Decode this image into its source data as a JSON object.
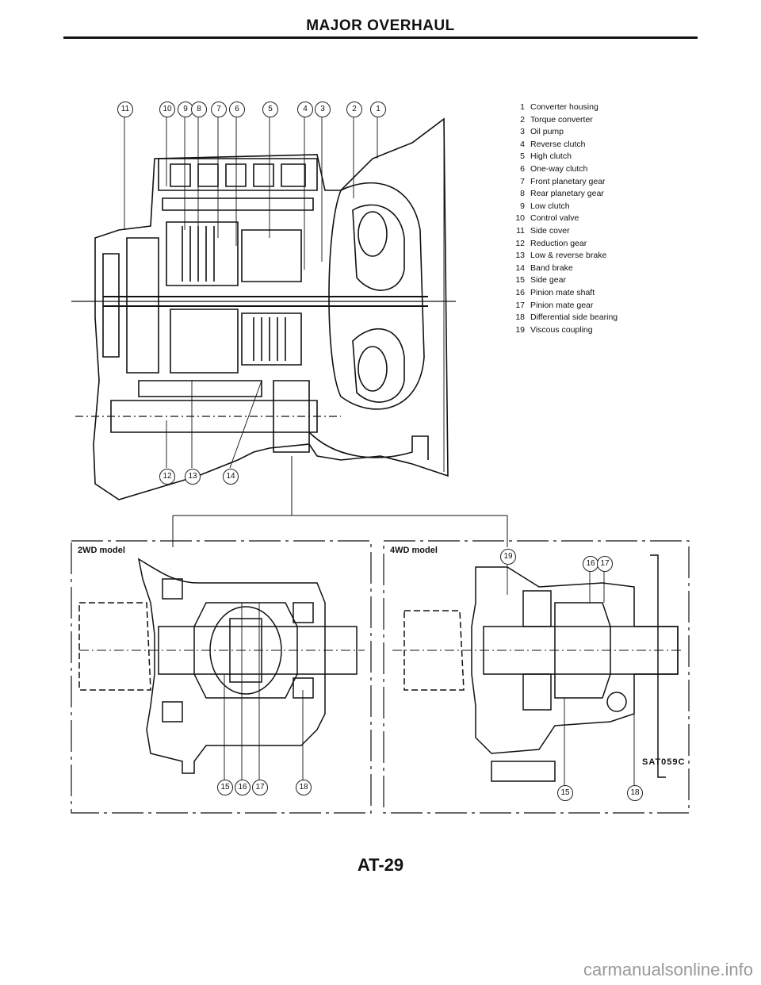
{
  "header": {
    "title": "MAJOR OVERHAUL"
  },
  "legend": [
    {
      "num": "1",
      "label": "Converter housing"
    },
    {
      "num": "2",
      "label": "Torque converter"
    },
    {
      "num": "3",
      "label": "Oil pump"
    },
    {
      "num": "4",
      "label": "Reverse clutch"
    },
    {
      "num": "5",
      "label": "High clutch"
    },
    {
      "num": "6",
      "label": "One-way clutch"
    },
    {
      "num": "7",
      "label": "Front planetary gear"
    },
    {
      "num": "8",
      "label": "Rear planetary gear"
    },
    {
      "num": "9",
      "label": "Low clutch"
    },
    {
      "num": "10",
      "label": "Control valve"
    },
    {
      "num": "11",
      "label": "Side cover"
    },
    {
      "num": "12",
      "label": "Reduction gear"
    },
    {
      "num": "13",
      "label": "Low & reverse brake"
    },
    {
      "num": "14",
      "label": "Band brake"
    },
    {
      "num": "15",
      "label": "Side gear"
    },
    {
      "num": "16",
      "label": "Pinion mate shaft"
    },
    {
      "num": "17",
      "label": "Pinion mate gear"
    },
    {
      "num": "18",
      "label": "Differential side bearing"
    },
    {
      "num": "19",
      "label": "Viscous coupling"
    }
  ],
  "main_callouts": {
    "top": [
      "11",
      "10",
      "9",
      "8",
      "7",
      "6",
      "5",
      "4",
      "3",
      "2",
      "1"
    ],
    "bottom": [
      "12",
      "13",
      "14"
    ]
  },
  "model_2wd": {
    "label": "2WD model",
    "callouts": [
      "15",
      "16",
      "17",
      "18"
    ]
  },
  "model_4wd": {
    "label": "4WD model",
    "callouts": [
      "19",
      "16",
      "17",
      "15",
      "18"
    ]
  },
  "figure_code": "SAT059C",
  "page_number": "AT-29",
  "watermark": "carmanualsonline.info"
}
